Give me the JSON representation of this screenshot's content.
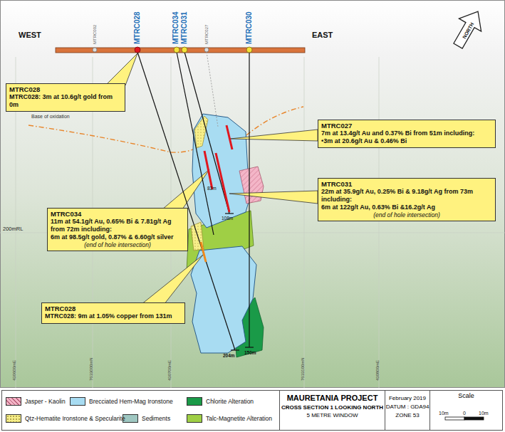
{
  "diagram": {
    "title": "MAURETANIA PROJECT",
    "nodes": [
      {
        "text": [
          "MTRC028",
          "MTRC028: 3m at 10.6g/t gold from 0m"
        ]
      },
      {
        "text": [
          "MTRC027",
          "7m at 13.4g/t Au and 0.37% Bi from 51m including:",
          "•3m at 20.6g/t Au & 0.46% Bi"
        ]
      },
      {
        "text": [
          "MTRC031",
          "22m at 35.9g/t Au, 0.25% Bi & 9.18g/t Ag from 73m including:",
          "6m at 122g/t Au, 0.63% Bi &16.2g/t Ag",
          "(end of hole intersection)"
        ]
      },
      {
        "text": [
          "MTRC034",
          "11m at 54.1g/t Au, 0.65% Bi & 7.81g/t Ag from 72m including:",
          "6m at 98.5g/t gold, 0.87% & 6.60g/t silver",
          "(end of hole intersection)"
        ]
      },
      {
        "text": [
          "MTRC028",
          "MTRC028: 9m at 1.05% copper from 131m"
        ]
      },
      {
        "text": [
          "MAURETANIA PROJECT",
          "CROSS SECTION 1 LOOKING NORTH",
          "5 METRE WINDOW"
        ]
      },
      {
        "text": [
          "February 2019",
          "DATUM : GDA94",
          "ZONE 53"
        ]
      },
      {
        "text": [
          "Scale"
        ]
      }
    ],
    "labels": [
      "WEST",
      "EAST",
      "NORTH",
      "MTRC002",
      "MTRC028",
      "MTRC034",
      "MTRC031",
      "MTRC027",
      "MTRC030",
      "Base of oxidation",
      "200mRL",
      "83m",
      "108m",
      "204m",
      "150m",
      "430600mE",
      "7633000mN",
      "430700mE",
      "7633100mN",
      "430800mE",
      "10m",
      "0",
      "10m"
    ],
    "legend": [
      {
        "text": "Jasper - Kaolin",
        "color": "#f4b6c8"
      },
      {
        "text": "Qtz-Hematite Ironstone & Specularite",
        "color": "#f7ef8a"
      },
      {
        "text": "Brecciated Hem-Mag Ironstone",
        "color": "#a8dcf2"
      },
      {
        "text": "Sediments",
        "color": "#9fc7c1"
      },
      {
        "text": "Chlorite Alteration",
        "color": "#1a9a48"
      },
      {
        "text": "Talc-Magnetite Alteration",
        "color": "#9fcf45"
      }
    ]
  }
}
